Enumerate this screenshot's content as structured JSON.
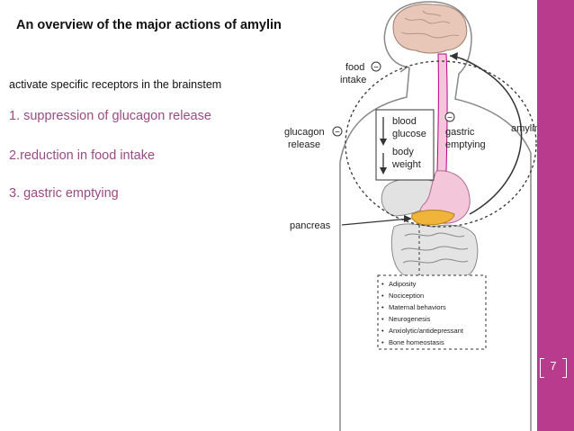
{
  "slide": {
    "title": "An overview of the major actions of amylin",
    "intro": "activate specific receptors in the brainstem",
    "points": [
      "1. suppression of glucagon release",
      "2.reduction in food intake",
      "3. gastric emptying"
    ],
    "page_number": "7"
  },
  "colors": {
    "accent": "#b83b8e",
    "point_text": "#9a4a84",
    "stomach": "#f4c6d9",
    "pancreas": "#f1b43a"
  },
  "diagram": {
    "food_intake": [
      "food",
      "intake"
    ],
    "glucagon_release": [
      "glucagon",
      "release"
    ],
    "blood_glucose": [
      "blood",
      "glucose"
    ],
    "body_weight": [
      "body",
      "weight"
    ],
    "gastric_emptying": [
      "gastric",
      "emptying"
    ],
    "amylin": "amylin",
    "pancreas": "pancreas",
    "minus_sign": "−",
    "effects": [
      "Adiposity",
      "Nociception",
      "Maternal behaviors",
      "Neurogenesis",
      "Anxiolytic/antidepressant",
      "Bone homeostasis"
    ]
  }
}
